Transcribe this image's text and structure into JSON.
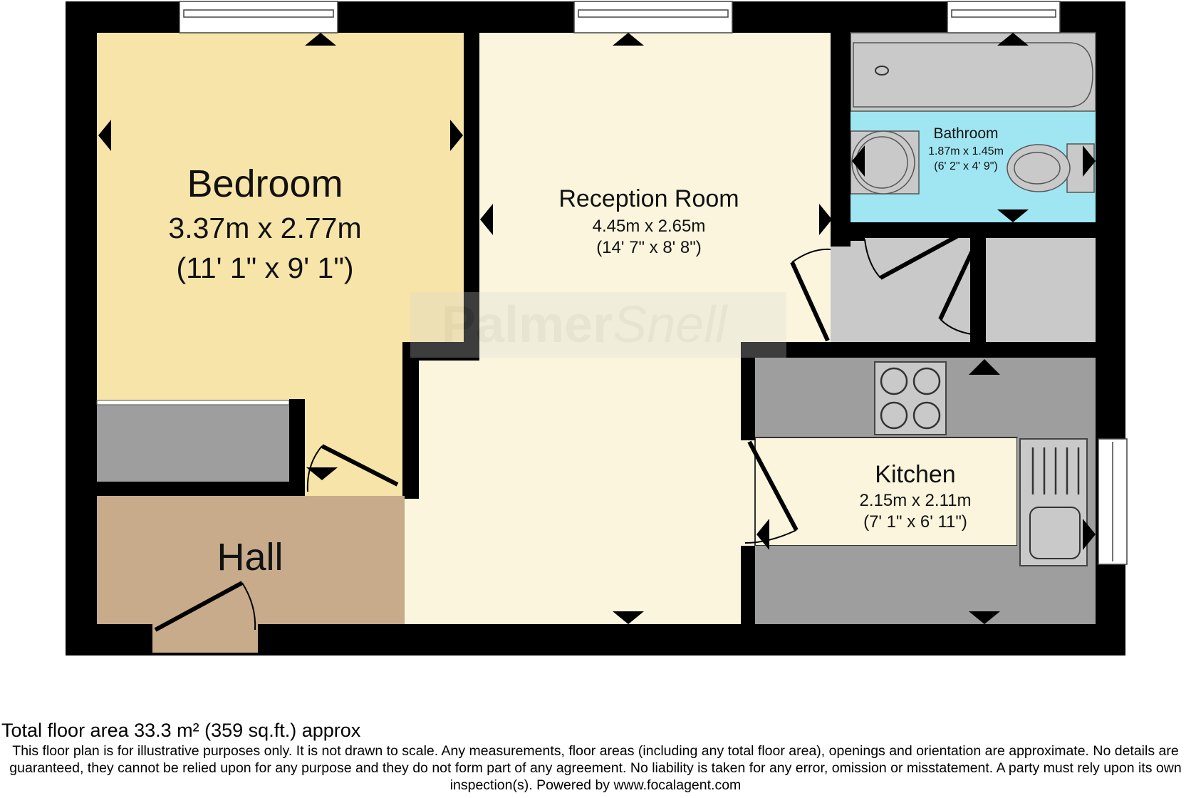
{
  "rooms": {
    "bedroom": {
      "name": "Bedroom",
      "metric": "3.37m x 2.77m",
      "imperial": "(11' 1\" x 9' 1\")"
    },
    "reception": {
      "name": "Reception Room",
      "metric": "4.45m x 2.65m",
      "imperial": "(14' 7\" x 8' 8\")"
    },
    "bathroom": {
      "name": "Bathroom",
      "metric": "1.87m x 1.45m",
      "imperial": "(6' 2\" x 4' 9\")"
    },
    "kitchen": {
      "name": "Kitchen",
      "metric": "2.15m x 2.11m",
      "imperial": "(7' 1\" x 6' 11\")"
    },
    "hall": {
      "name": "Hall"
    }
  },
  "watermark": {
    "part1": "Palmer",
    "part2": "Snell"
  },
  "footer": {
    "total_area": "Total floor area 33.3 m² (359 sq.ft.) approx",
    "disclaimer": "This floor plan is for illustrative purposes only. It is not drawn to scale. Any measurements, floor areas (including any total floor area), openings and orientation are approximate. No details are guaranteed, they cannot be relied upon for any purpose and they do not form part of any agreement. No liability is taken for any error, omission or misstatement. A party must rely upon its own inspection(s). Powered by www.focalagent.com"
  },
  "colors": {
    "wall": "#000000",
    "bedroom": "#f7e4a8",
    "reception": "#faf5dc",
    "bathroom": "#a0e6f2",
    "hall": "#c8ab8b",
    "units": "#9e9e9e",
    "fixture": "#c9c9c9"
  }
}
